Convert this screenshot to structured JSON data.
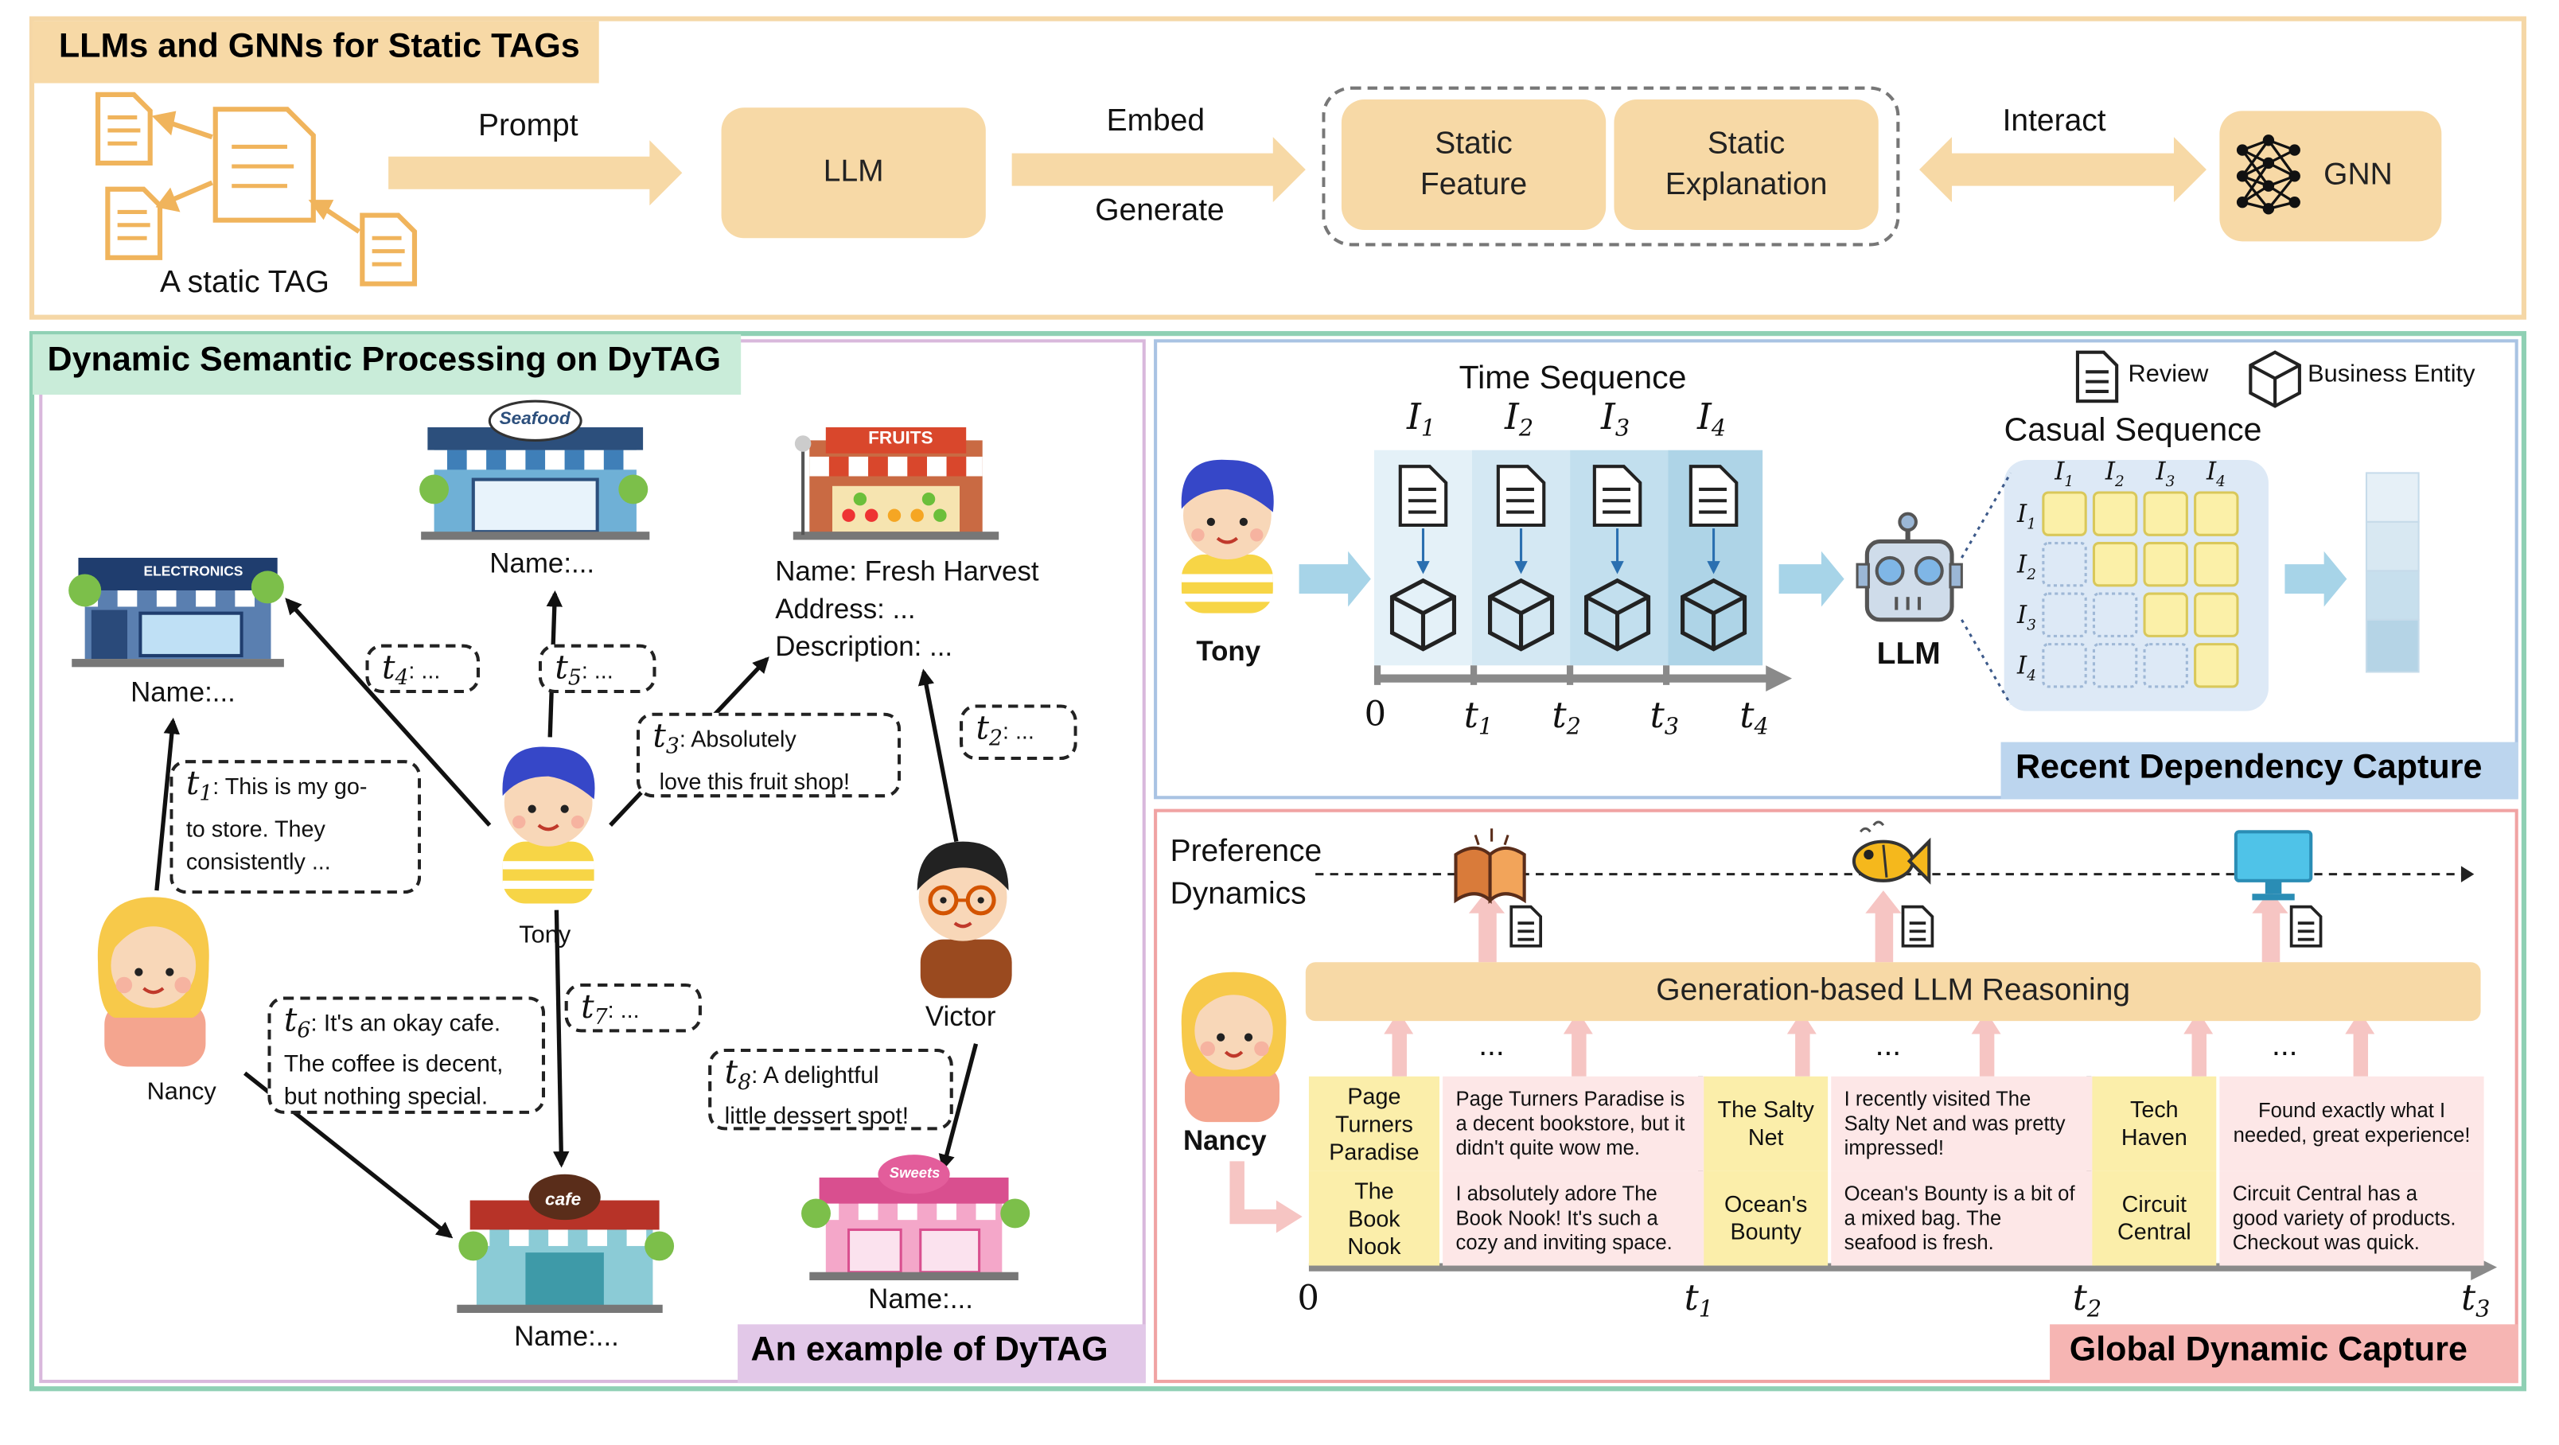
{
  "panel_top": {
    "title": "LLMs and GNNs for Static TAGs",
    "static_tag_label": "A static TAG",
    "prompt_label": "Prompt",
    "llm_label": "LLM",
    "embed_label": "Embed",
    "generate_label": "Generate",
    "static_feature": "Static\nFeature",
    "static_explanation": "Static\nExplanation",
    "interact_label": "Interact",
    "gnn_label": "GNN"
  },
  "panel_left": {
    "title": "Dynamic Semantic Processing on DyTAG",
    "example_label": "An example of DyTAG",
    "stores": {
      "seafood_sign": "Seafood",
      "seafood_name": "Name:...",
      "electronics_sign": "ELECTRONICS",
      "electronics_name": "Name:...",
      "fruits_sign": "FRUITS",
      "fruits_name": "Name: Fresh Harvest",
      "fruits_address": "Address: ...",
      "fruits_description": "Description: ...",
      "cafe_sign": "cafe",
      "cafe_name": "Name:...",
      "sweets_sign": "Sweets",
      "sweets_name": "Name:..."
    },
    "users": {
      "tony": "Tony",
      "nancy": "Nancy",
      "victor": "Victor"
    },
    "edges": {
      "t1_var": "t",
      "t1_sub": "1",
      "t1_text_1": ": This is my go-",
      "t1_text_2": "to store. They",
      "t1_text_3": "consistently ...",
      "t2_var": "t",
      "t2_sub": "2",
      "t2_text": ": ...",
      "t3_var": "t",
      "t3_sub": "3",
      "t3_text_1": ": Absolutely",
      "t3_text_2": "love this fruit shop!",
      "t4_var": "t",
      "t4_sub": "4",
      "t4_text": ": ...",
      "t5_var": "t",
      "t5_sub": "5",
      "t5_text": ": ...",
      "t6_var": "t",
      "t6_sub": "6",
      "t6_text_1": ": It's an okay cafe.",
      "t6_text_2": "The coffee is decent,",
      "t6_text_3": "but nothing special.",
      "t7_var": "t",
      "t7_sub": "7",
      "t7_text": ": ...",
      "t8_var": "t",
      "t8_sub": "8",
      "t8_text_1": ": A delightful",
      "t8_text_2": "little dessert spot!"
    }
  },
  "panel_recent": {
    "title": "Recent Dependency Capture",
    "time_sequence": "Time Sequence",
    "legend_review": "Review",
    "legend_business": "Business Entity",
    "casual_sequence": "Casual Sequence",
    "user": "Tony",
    "llm": "LLM",
    "I_var": "I",
    "interactions": [
      "1",
      "2",
      "3",
      "4"
    ],
    "axis_zero": "0",
    "t_var": "t",
    "axis_ticks": [
      "1",
      "2",
      "3",
      "4"
    ]
  },
  "panel_global": {
    "title": "Global Dynamic Capture",
    "preference_1": "Preference",
    "preference_2": "Dynamics",
    "reasoning": "Generation-based LLM Reasoning",
    "ellipsis": "...",
    "user": "Nancy",
    "axis_zero": "0",
    "t_var": "t",
    "axis_ticks": [
      "1",
      "2",
      "3"
    ],
    "reviews": [
      {
        "name": "Page\nTurners\nParadise",
        "text": "Page Turners Paradise is\na decent bookstore, but it\ndidn't quite wow me."
      },
      {
        "name": "The\nBook\nNook",
        "text": "I absolutely adore The\nBook Nook! It's such a\ncozy and inviting space."
      },
      {
        "name": "The Salty\nNet",
        "text": "I recently visited The\nSalty Net and was pretty\nimpressed!"
      },
      {
        "name": "Ocean's\nBounty",
        "text": "Ocean's Bounty is a bit of\na mixed bag. The\nseafood is fresh."
      },
      {
        "name": "Tech\nHaven",
        "text": "Found exactly what I\nneeded, great experience!"
      },
      {
        "name": "Circuit\nCentral",
        "text": "Circuit Central has a\ngood variety of products.\nCheckout was quick."
      }
    ]
  },
  "colors": {
    "orange_frame": "#f5d7a6",
    "orange_box": "#f7d9a6",
    "green_frame": "#8fd0b4",
    "green_header": "#c9ecd9",
    "purple_frame": "#d9b8dc",
    "purple_header": "#e2c8e8",
    "blue_frame": "#a9c3e3",
    "blue_header": "#bcd5ee",
    "red_frame": "#f0a3a3",
    "red_header": "#f6b5b3"
  }
}
